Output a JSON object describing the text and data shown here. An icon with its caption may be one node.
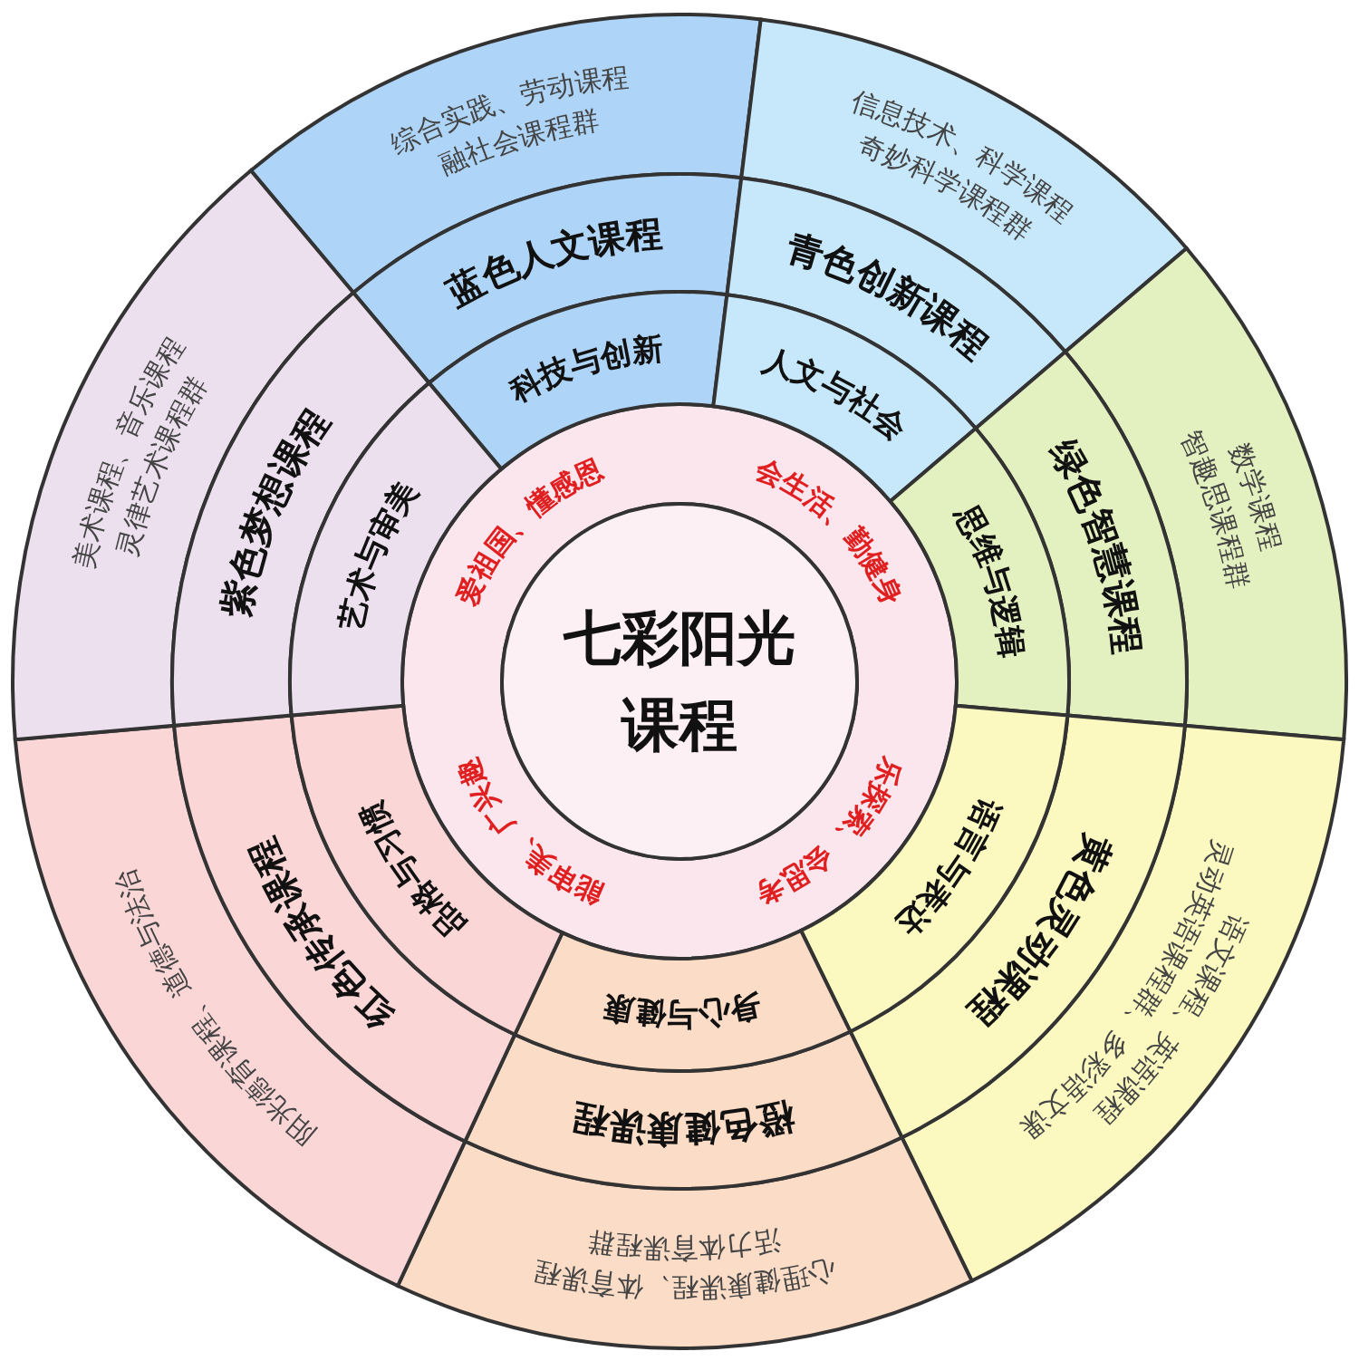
{
  "diagram": {
    "nodes": [
      {
        "text": [
          "爱祖国、懂感恩",
          "会生活、勤健身",
          "能审美、广兴趣",
          "乐探索、会思考"
        ]
      },
      {
        "text": [
          "七彩阳光课程"
        ],
        "in": 0
      },
      {
        "text": [
          "综合实践、劳动课程",
          "融社会课程群"
        ]
      },
      {
        "text": [
          "蓝色人文课程"
        ]
      },
      {
        "text": [
          "科技与创新"
        ]
      },
      {
        "text": [
          "信息技术、科学课程",
          "奇妙科学课程群"
        ]
      },
      {
        "text": [
          "青色创新课程"
        ]
      },
      {
        "text": [
          "人文与社会"
        ]
      },
      {
        "text": [
          "数学课程",
          "智趣思课程群"
        ]
      },
      {
        "text": [
          "绿色智慧课程"
        ]
      },
      {
        "text": [
          "思维与逻辑"
        ]
      },
      {
        "text": [
          "语文课程、英语课程",
          "灵动英语课程群、多彩语文课"
        ]
      },
      {
        "text": [
          "黄色灵动课程"
        ]
      },
      {
        "text": [
          "语言与表达"
        ]
      },
      {
        "text": [
          "活力体育课程群",
          "心理健康课程、体育课程"
        ]
      },
      {
        "text": [
          "橙色健康课程"
        ]
      },
      {
        "text": [
          "身心与健康"
        ]
      },
      {
        "text": [
          "阳光德育课程、道德与法治"
        ]
      },
      {
        "text": [
          "红色传承课程"
        ]
      },
      {
        "text": [
          "品格与习惯"
        ]
      },
      {
        "text": [
          "美术课程、音乐课程",
          "灵律艺术课程群"
        ]
      },
      {
        "text": [
          "紫色梦想课程"
        ]
      },
      {
        "text": [
          "艺术与审美"
        ]
      }
    ]
  }
}
